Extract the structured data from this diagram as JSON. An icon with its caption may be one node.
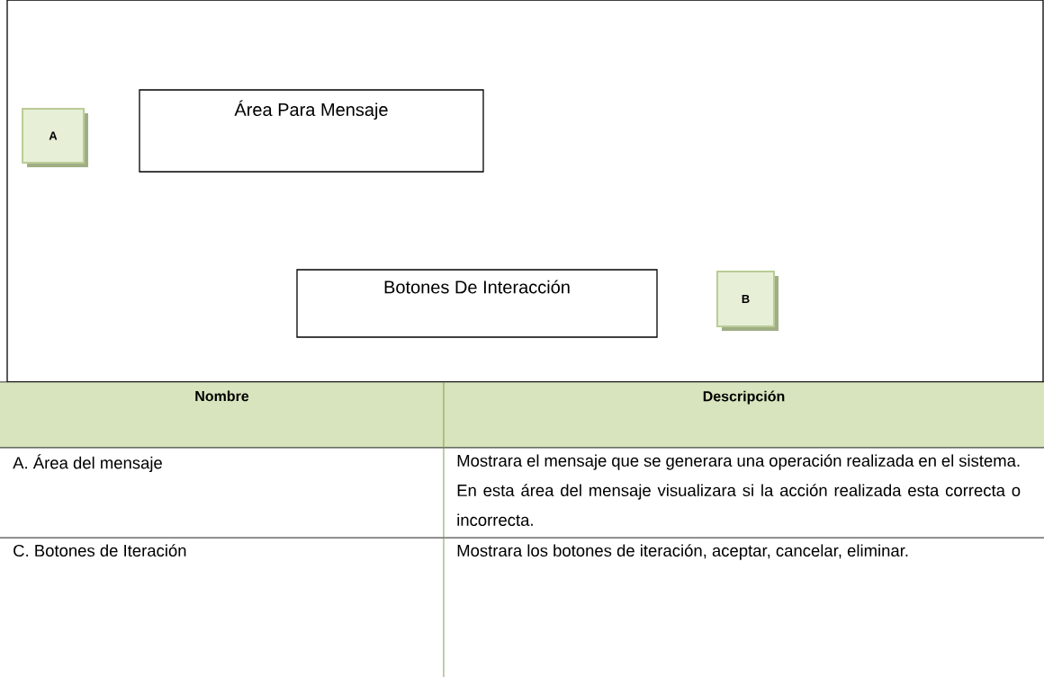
{
  "diagram": {
    "nodes": [
      {
        "text": [],
        "shape": "box"
      },
      {
        "text": [
          "A"
        ],
        "in": 0
      },
      {
        "text": [
          "Área Para Mensaje"
        ],
        "in": 0
      },
      {
        "text": [
          "Botones De Interacción"
        ],
        "in": 0
      },
      {
        "text": [
          "B"
        ],
        "in": 0
      }
    ],
    "labels": [
      "Nombre",
      "Descripción",
      "A. Área del mensaje",
      "Mostrara el mensaje que se generara una operación realizada en el sistema. En esta área del mensaje visualizara si la acción realizada esta correcta o incorrecta.",
      "C. Botones de Iteración",
      "Mostrara los botones de iteración, aceptar, cancelar, eliminar."
    ]
  }
}
